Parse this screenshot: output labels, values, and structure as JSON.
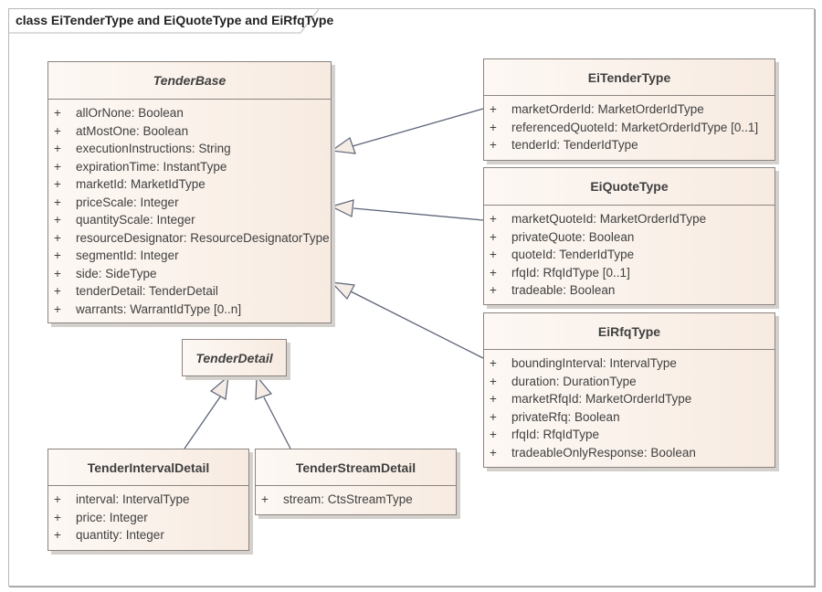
{
  "diagram": {
    "title": "class EiTenderType and EiQuoteType and EiRfqType"
  },
  "classes": {
    "tender_base": {
      "name": "TenderBase",
      "abstract": true,
      "attributes": [
        {
          "vis": "+",
          "text": "allOrNone: Boolean"
        },
        {
          "vis": "+",
          "text": "atMostOne: Boolean"
        },
        {
          "vis": "+",
          "text": "executionInstructions: String"
        },
        {
          "vis": "+",
          "text": "expirationTime: InstantType"
        },
        {
          "vis": "+",
          "text": "marketId: MarketIdType"
        },
        {
          "vis": "+",
          "text": "priceScale: Integer"
        },
        {
          "vis": "+",
          "text": "quantityScale: Integer"
        },
        {
          "vis": "+",
          "text": "resourceDesignator: ResourceDesignatorType"
        },
        {
          "vis": "+",
          "text": "segmentId: Integer"
        },
        {
          "vis": "+",
          "text": "side: SideType"
        },
        {
          "vis": "+",
          "text": "tenderDetail: TenderDetail"
        },
        {
          "vis": "+",
          "text": "warrants: WarrantIdType [0..n]"
        }
      ]
    },
    "ei_tender_type": {
      "name": "EiTenderType",
      "abstract": false,
      "attributes": [
        {
          "vis": "+",
          "text": "marketOrderId: MarketOrderIdType"
        },
        {
          "vis": "+",
          "text": "referencedQuoteId: MarketOrderIdType [0..1]"
        },
        {
          "vis": "+",
          "text": "tenderId: TenderIdType"
        }
      ]
    },
    "ei_quote_type": {
      "name": "EiQuoteType",
      "abstract": false,
      "attributes": [
        {
          "vis": "+",
          "text": "marketQuoteId: MarketOrderIdType"
        },
        {
          "vis": "+",
          "text": "privateQuote: Boolean"
        },
        {
          "vis": "+",
          "text": "quoteId: TenderIdType"
        },
        {
          "vis": "+",
          "text": "rfqId: RfqIdType [0..1]"
        },
        {
          "vis": "+",
          "text": "tradeable: Boolean"
        }
      ]
    },
    "ei_rfq_type": {
      "name": "EiRfqType",
      "abstract": false,
      "attributes": [
        {
          "vis": "+",
          "text": "boundingInterval: IntervalType"
        },
        {
          "vis": "+",
          "text": "duration: DurationType"
        },
        {
          "vis": "+",
          "text": "marketRfqId: MarketOrderIdType"
        },
        {
          "vis": "+",
          "text": "privateRfq: Boolean"
        },
        {
          "vis": "+",
          "text": "rfqId: RfqIdType"
        },
        {
          "vis": "+",
          "text": "tradeableOnlyResponse: Boolean"
        }
      ]
    },
    "tender_detail": {
      "name": "TenderDetail",
      "abstract": true,
      "attributes": []
    },
    "tender_interval_detail": {
      "name": "TenderIntervalDetail",
      "abstract": false,
      "attributes": [
        {
          "vis": "+",
          "text": "interval: IntervalType"
        },
        {
          "vis": "+",
          "text": "price: Integer"
        },
        {
          "vis": "+",
          "text": "quantity: Integer"
        }
      ]
    },
    "tender_stream_detail": {
      "name": "TenderStreamDetail",
      "abstract": false,
      "attributes": [
        {
          "vis": "+",
          "text": "stream: CtsStreamType"
        }
      ]
    }
  },
  "relationships": [
    {
      "type": "generalization",
      "from": "EiTenderType",
      "to": "TenderBase"
    },
    {
      "type": "generalization",
      "from": "EiQuoteType",
      "to": "TenderBase"
    },
    {
      "type": "generalization",
      "from": "EiRfqType",
      "to": "TenderBase"
    },
    {
      "type": "generalization",
      "from": "TenderIntervalDetail",
      "to": "TenderDetail"
    },
    {
      "type": "generalization",
      "from": "TenderStreamDetail",
      "to": "TenderDetail"
    }
  ],
  "colors": {
    "box_border": "#8c8480",
    "box_fill_left": "#fdf8f4",
    "box_fill_right": "#f7ebe1",
    "connector": "#5c6478",
    "frame_border": "#b8b8b8"
  }
}
